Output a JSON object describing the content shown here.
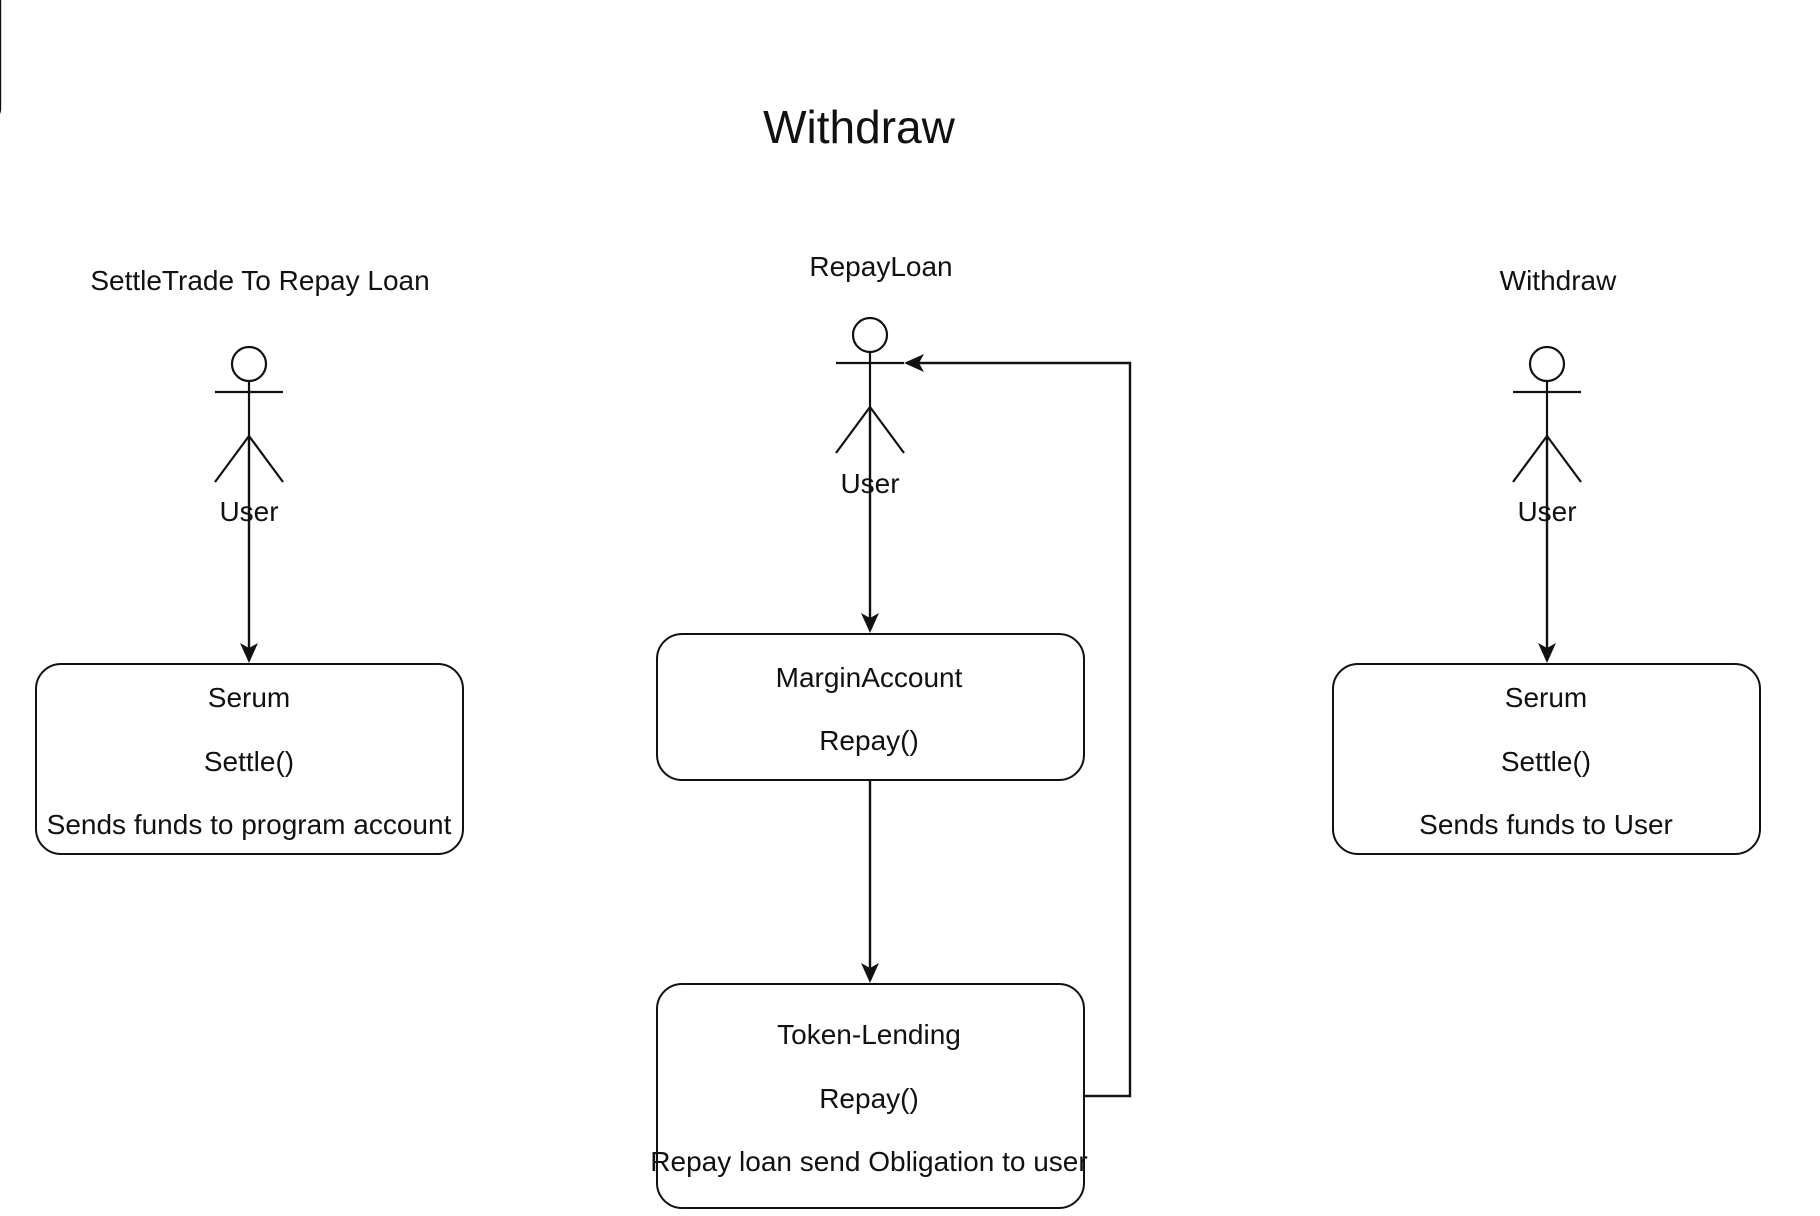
{
  "title": "Withdraw",
  "columns": [
    {
      "heading": "SettleTrade To Repay Loan",
      "actor": "User",
      "box": {
        "name": "Serum",
        "method": "Settle()",
        "description": "Sends funds to program account"
      }
    },
    {
      "heading": "RepayLoan",
      "actor": "User",
      "box": {
        "name": "MarginAccount",
        "method": "Repay()"
      },
      "box2": {
        "name": "Token-Lending",
        "method": "Repay()",
        "description": "Repay loan send Obligation to user"
      }
    },
    {
      "heading": "Withdraw",
      "actor": "User",
      "box": {
        "name": "Serum",
        "method": "Settle()",
        "description": "Sends funds to User"
      }
    }
  ]
}
